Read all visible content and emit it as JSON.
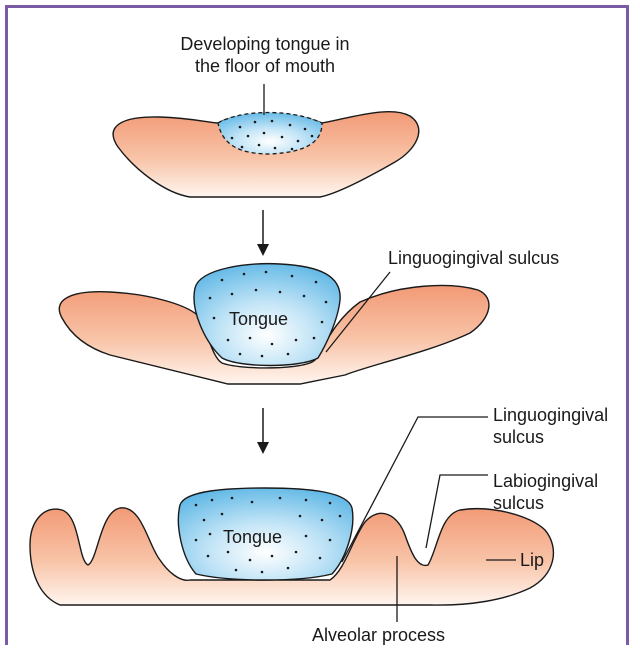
{
  "colors": {
    "frame": "#7a5aa3",
    "tissue": "#f3a383",
    "tongue": "#63b9e6",
    "line": "#1a1a1a"
  },
  "panel1": {
    "label_line1": "Developing tongue in",
    "label_line2": "the floor of mouth"
  },
  "panel2": {
    "tongue": "Tongue",
    "sulcus": "Linguogingival sulcus"
  },
  "panel3": {
    "tongue": "Tongue",
    "lingual_line1": "Linguogingival",
    "lingual_line2": "sulcus",
    "labial_line1": "Labiogingival",
    "labial_line2": "sulcus",
    "lip": "Lip",
    "alveolar": "Alveolar process"
  }
}
